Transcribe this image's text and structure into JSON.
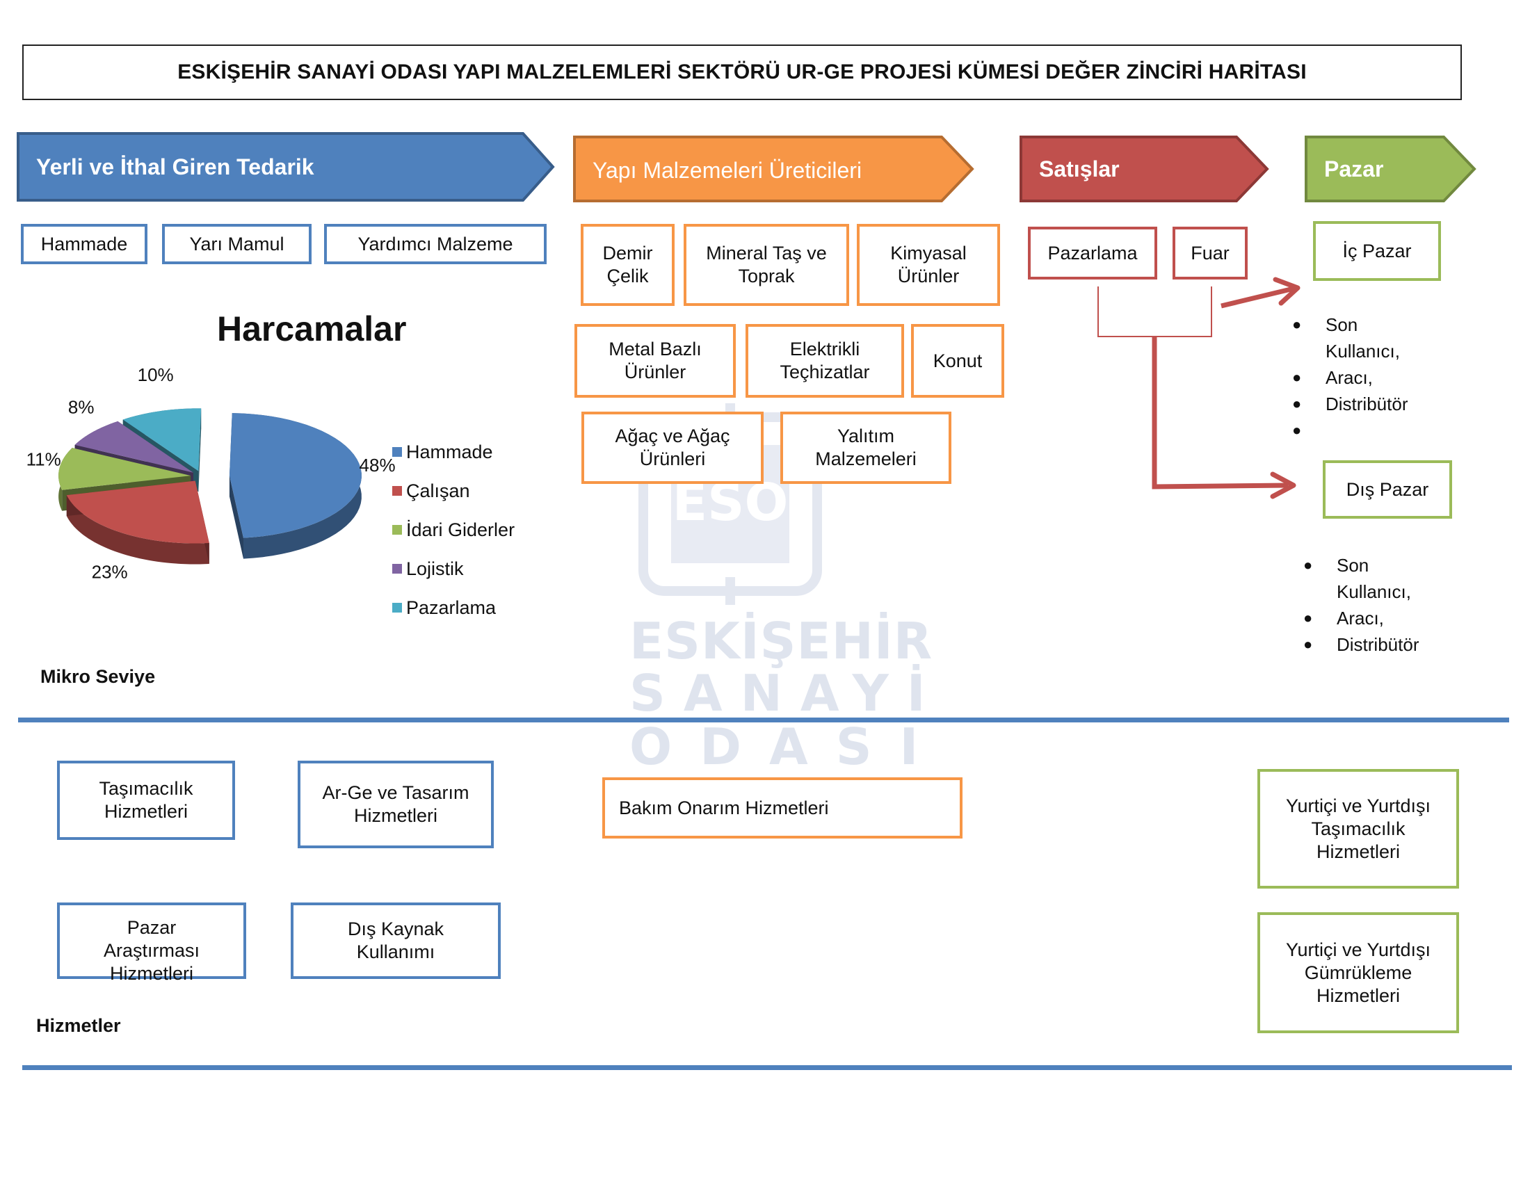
{
  "title": "ESKİŞEHİR SANAYİ ODASI YAPI MALZELEMLERİ SEKTÖRÜ UR-GE PROJESİ KÜMESİ DEĞER ZİNCİRİ HARİTASI",
  "colors": {
    "blue": "#4f81bd",
    "orange": "#f79646",
    "red": "#c0504d",
    "green": "#9bbb59",
    "teal": "#4bacc6",
    "purple": "#8064a2"
  },
  "stages": {
    "supply": {
      "label": "Yerli ve İthal Giren Tedarik",
      "items": [
        "Hammade",
        "Yarı Mamul",
        "Yardımcı Malzeme"
      ]
    },
    "producers": {
      "label": "Yapı Malzemeleri Üreticileri",
      "items": [
        "Demir\nÇelik",
        "Mineral Taş ve\nToprak",
        "Kimyasal\nÜrünler",
        "Metal Bazlı\nÜrünler",
        "Elektrikli\nTeçhizatlar",
        "Konut",
        "Ağaç ve Ağaç\nÜrünleri",
        "Yalıtım\nMalzemeleri"
      ]
    },
    "sales": {
      "label": "Satışlar",
      "items": [
        "Pazarlama",
        "Fuar"
      ]
    },
    "market": {
      "label": "Pazar",
      "domestic": {
        "label": "İç Pazar",
        "bullets": [
          "Son\nKullanıcı,",
          "Aracı,",
          "Distribütör",
          ""
        ]
      },
      "foreign": {
        "label": "Dış Pazar",
        "bullets": [
          "Son\nKullanıcı,",
          "Aracı,",
          "Distribütör"
        ]
      }
    }
  },
  "chart_data": {
    "type": "pie",
    "title": "Harcamalar",
    "categories": [
      "Hammade",
      "Çalışan",
      "İdari Giderler",
      "Lojistik",
      "Pazarlama"
    ],
    "values": [
      48,
      23,
      11,
      8,
      10
    ],
    "labels": [
      "48%",
      "23%",
      "11%",
      "8%",
      "10%"
    ],
    "colors": [
      "#4f81bd",
      "#c0504d",
      "#9bbb59",
      "#8064a2",
      "#4bacc6"
    ],
    "style": "3d-exploded",
    "legend": "right"
  },
  "micro_level_label": "Mikro Seviye",
  "services": {
    "label": "Hizmetler",
    "items": {
      "transport": "Taşımacılık\nHizmetleri",
      "rnd": "Ar-Ge ve Tasarım\nHizmetleri",
      "maintenance": "Bakım Onarım Hizmetleri",
      "market_research": "Pazar\nAraştırması\nHizmetleri",
      "outsourcing": "Dış Kaynak\nKullanımı",
      "intl_transport": "Yurtiçi ve Yurtdışı\nTaşımacılık\nHizmetleri",
      "customs": "Yurtiçi ve Yurtdışı\nGümrükleme\nHizmetleri"
    }
  },
  "watermark": {
    "logo": "ESO",
    "line1": "ESKİŞEHİR",
    "line2": "SANAYİ",
    "line3": "ODASI"
  }
}
